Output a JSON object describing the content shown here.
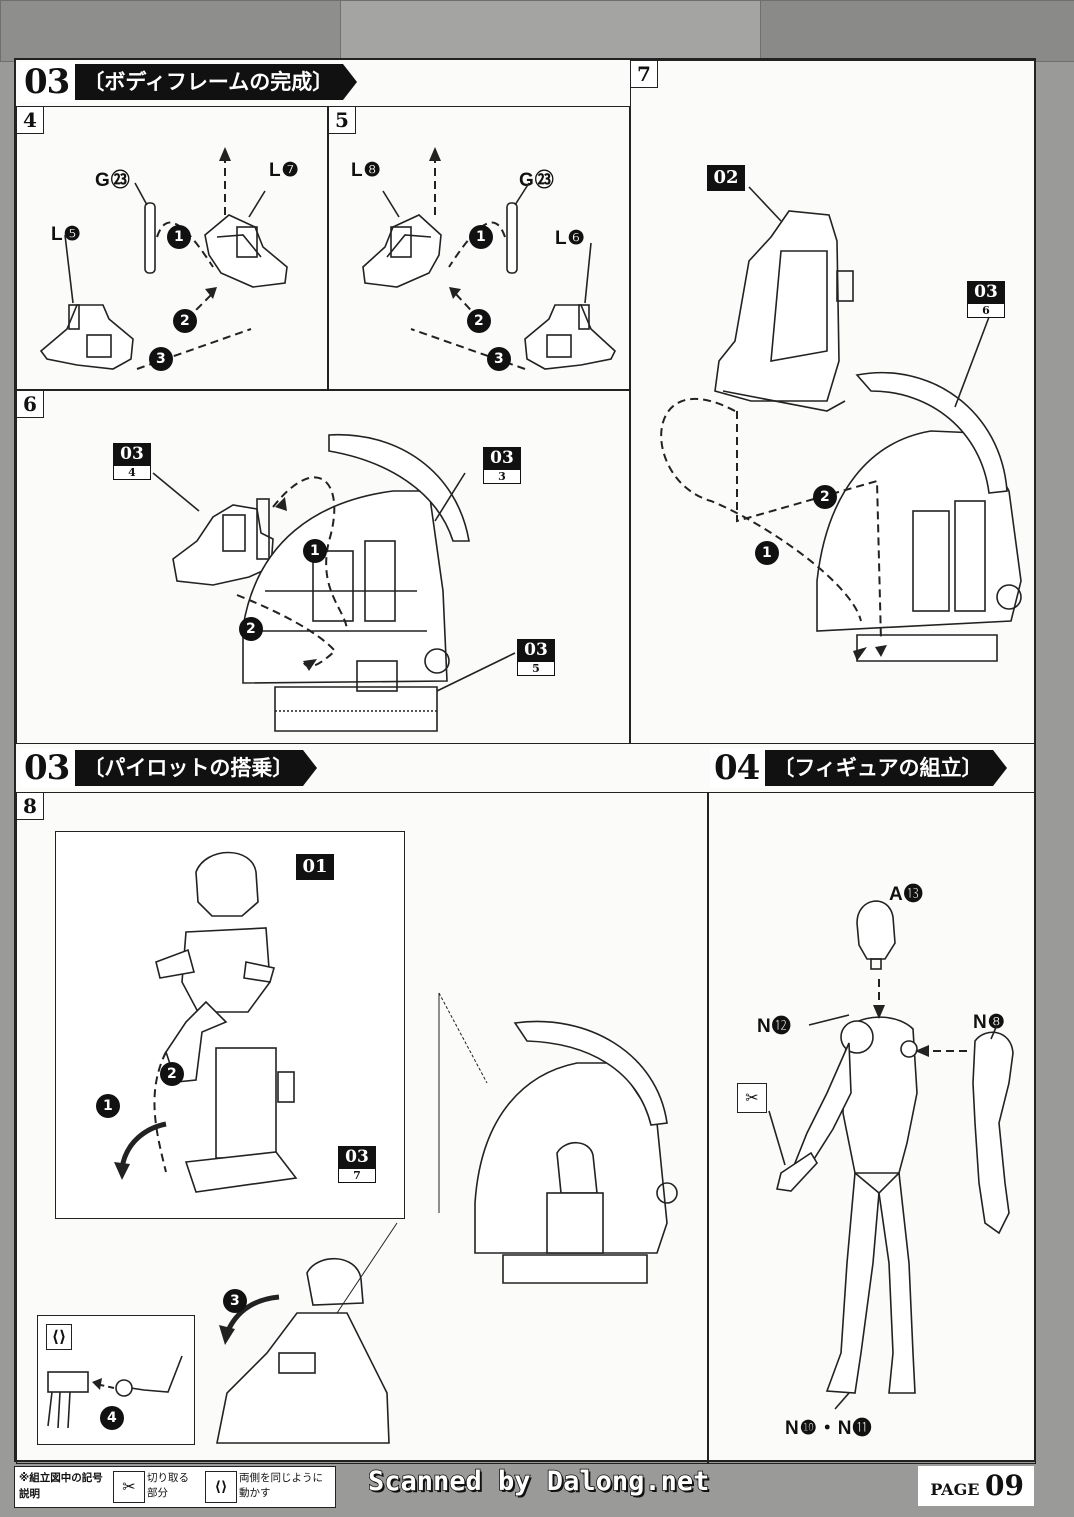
{
  "steps": [
    {
      "num": "03",
      "title": "〔ボディフレームの完成〕"
    },
    {
      "num": "03",
      "title": "〔パイロットの搭乗〕"
    },
    {
      "num": "04",
      "title": "〔フィギュアの組立〕"
    }
  ],
  "substeps": [
    "4",
    "5",
    "6",
    "7",
    "8"
  ],
  "parts": {
    "s4": [
      "G㉓",
      "L❼",
      "L❺"
    ],
    "s5": [
      "L❽",
      "G㉓",
      "L❻"
    ],
    "s04": [
      "A⓭",
      "N⓬",
      "N❽",
      "N❿・N⓫"
    ]
  },
  "badges": {
    "s6_a": {
      "top": "03",
      "bot": "4"
    },
    "s6_b": {
      "top": "03",
      "bot": "3"
    },
    "s6_c": {
      "top": "03",
      "bot": "5"
    },
    "s7_a": {
      "top": "02"
    },
    "s7_b": {
      "top": "03",
      "bot": "6"
    },
    "s8_a": {
      "top": "01"
    },
    "s8_b": {
      "top": "03",
      "bot": "7"
    }
  },
  "order_marks": [
    "1",
    "2",
    "3",
    "4"
  ],
  "legend": {
    "heading": "※組立図中の記号説明",
    "item1": "切り取る部分",
    "item2": "両側を同じように動かす"
  },
  "scan_credit": "Scanned by Dalong.net",
  "page": {
    "label": "PAGE",
    "number": "09"
  }
}
